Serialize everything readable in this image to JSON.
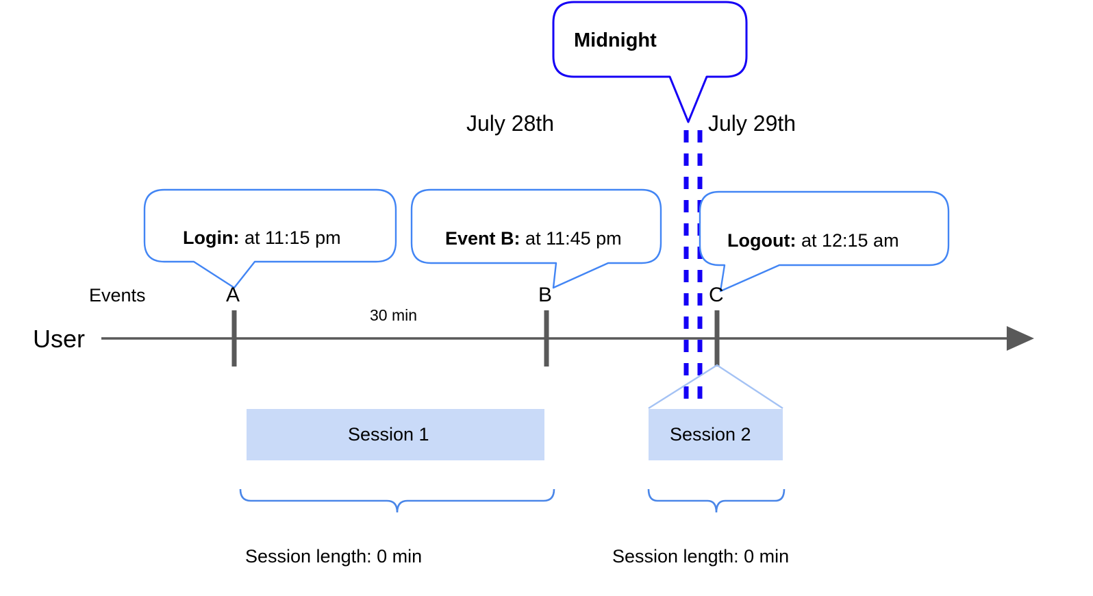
{
  "diagram": {
    "title_callout": {
      "label": "Midnight"
    },
    "dates": {
      "left": "July 28th",
      "right": "July 29th"
    },
    "lane_labels": {
      "events": "Events",
      "user": "User"
    },
    "event_callouts": [
      {
        "name": "login",
        "bold": "Login:",
        "rest": " at 11:15 pm",
        "letter": "A"
      },
      {
        "name": "event-b",
        "bold": "Event B:",
        "rest": " at 11:45 pm",
        "letter": "B"
      },
      {
        "name": "logout",
        "bold": "Logout:",
        "rest": " at 12:15 am",
        "letter": "C"
      }
    ],
    "gap_label": "30 min",
    "sessions": [
      {
        "name": "session-1",
        "label": "Session 1",
        "length_label": "Session length: 0 min"
      },
      {
        "name": "session-2",
        "label": "Session 2",
        "length_label": "Session length: 0 min"
      }
    ],
    "colors": {
      "callout_border": "#4285F4",
      "midnight_border": "#1500F5",
      "midnight_dash": "#1500F5",
      "axis": "#595959",
      "tick": "#595959",
      "session_fill": "#C9DAF8",
      "brace": "#4A86E8",
      "connector": "#A4C2F4",
      "text": "#000000"
    }
  }
}
